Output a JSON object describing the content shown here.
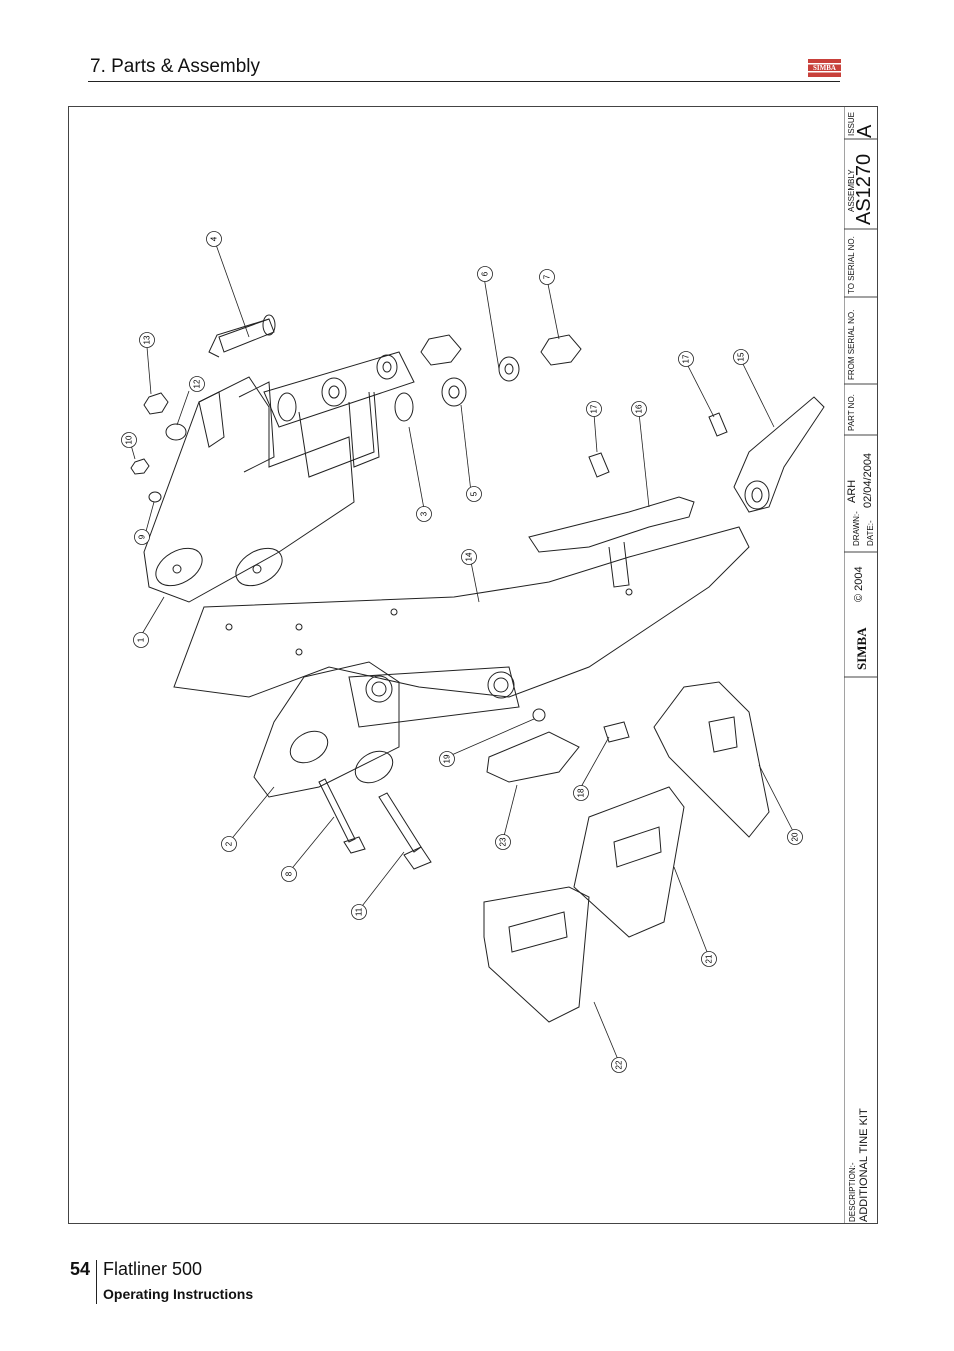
{
  "header": {
    "section_title": "7. Parts & Assembly",
    "logo_text": "SIMBA"
  },
  "drawing": {
    "callouts": [
      "1",
      "2",
      "3",
      "4",
      "5",
      "6",
      "7",
      "8",
      "9",
      "10",
      "11",
      "12",
      "13",
      "14",
      "15",
      "16",
      "17",
      "17",
      "18",
      "19",
      "20",
      "21",
      "22",
      "23"
    ]
  },
  "title_block": {
    "issue_label": "ISSUE",
    "issue_value": "A",
    "assembly_label": "ASSEMBLY",
    "assembly_value": "AS1270",
    "to_serial_label": "TO SERIAL NO.",
    "from_serial_label": "FROM SERIAL NO.",
    "part_no_label": "PART NO.",
    "drawn_label": "DRAWN:-",
    "drawn_value": "ARH",
    "date_label": "DATE:-",
    "date_value": "02/04/2004",
    "copyright": "© 2004",
    "logo_text": "SIMBA",
    "description_label": "DESCRIPTION:-",
    "description_value": "ADDITIONAL TINE KIT"
  },
  "footer": {
    "page_number": "54",
    "product": "Flatliner 500",
    "subtitle": "Operating Instructions"
  }
}
